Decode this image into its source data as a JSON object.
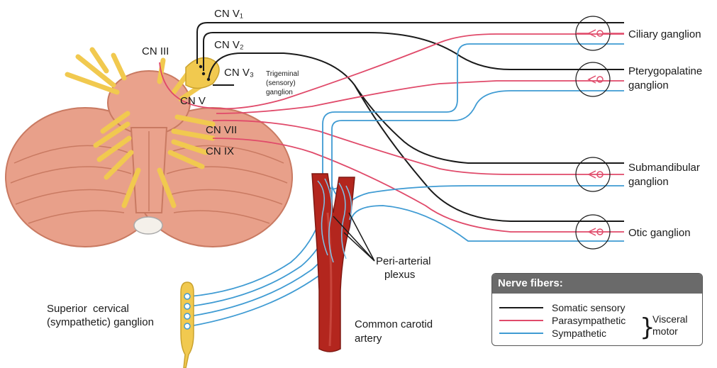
{
  "labels": {
    "cn_v1": "CN V₁",
    "cn_v2": "CN V₂",
    "cn_v3": "CN V₃",
    "cn_iii": "CN III",
    "cn_v": "CN V",
    "cn_vii": "CN VII",
    "cn_ix": "CN IX",
    "trigeminal": [
      "Trigeminal",
      "(sensory)",
      "ganglion"
    ],
    "ciliary": "Ciliary ganglion",
    "pterygopalatine": [
      "Pterygopalatine",
      "ganglion"
    ],
    "submandibular": [
      "Submandibular",
      "ganglion"
    ],
    "otic": "Otic ganglion",
    "peri_arterial": [
      "Peri-arterial",
      "plexus"
    ],
    "common_carotid": [
      "Common carotid",
      "artery"
    ],
    "superior_cervical": [
      "Superior  cervical",
      "(sympathetic) ganglion"
    ]
  },
  "legend": {
    "title": "Nerve fibers:",
    "items": [
      {
        "label": "Somatic sensory",
        "color": "#1a1a1a"
      },
      {
        "label": "Parasympathetic",
        "color": "#e04a6a"
      },
      {
        "label": "Sympathetic",
        "color": "#3f9bd3"
      }
    ],
    "visceral_motor": "Visceral motor"
  },
  "colors": {
    "somatic": "#1a1a1a",
    "parasympathetic": "#e04a6a",
    "sympathetic": "#3f9bd3",
    "brainstem": "#e8a08a",
    "nerve": "#f1c94f",
    "artery": "#b3261e"
  }
}
